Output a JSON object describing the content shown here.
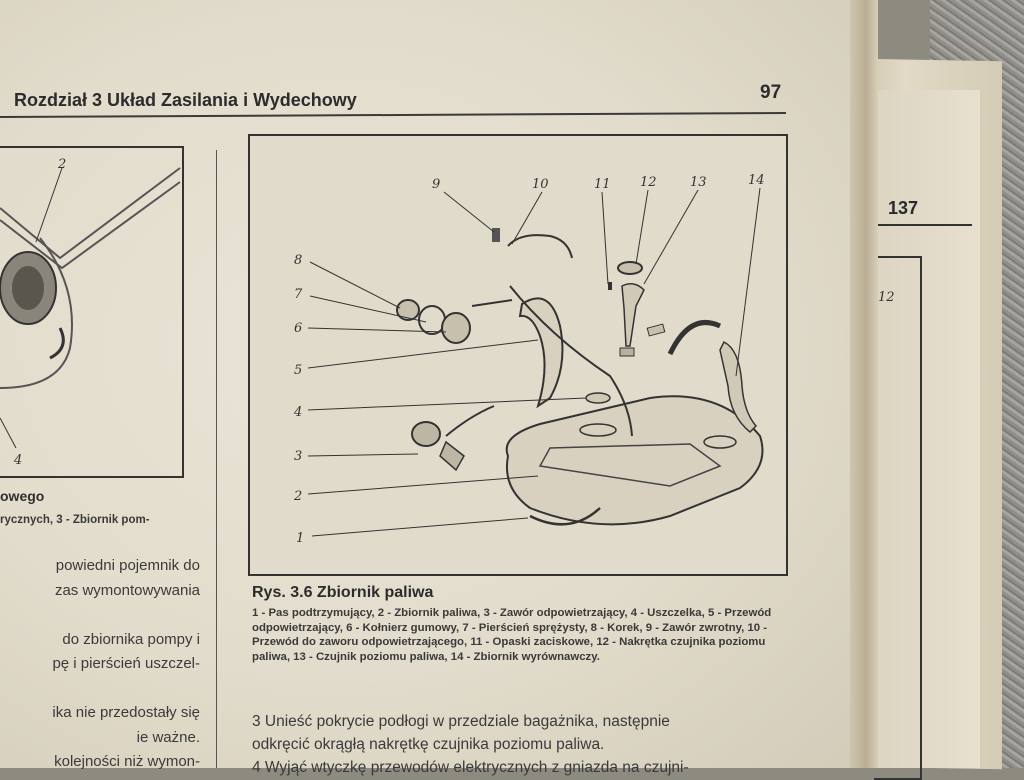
{
  "header": {
    "chapter": "Rozdział 3 Układ Zasilania i Wydechowy",
    "page_number": "97"
  },
  "back_page": {
    "page_number": "137",
    "label": "12"
  },
  "left_column": {
    "figure_labels": [
      "2",
      "4"
    ],
    "caption_fragment": "owego",
    "caption_fragment2": "rycznych, 3 - Zbiornik pom-",
    "text_lines": [
      "powiedni pojemnik do",
      "zas wymontowywania",
      "",
      "do zbiornika pompy i",
      "pę i pierścień uszczel-",
      "",
      "ika nie przedostały się",
      "ie ważne.",
      "kolejności niż wymon-"
    ]
  },
  "figure": {
    "labels": [
      "1",
      "2",
      "3",
      "4",
      "5",
      "6",
      "7",
      "8",
      "9",
      "10",
      "11",
      "12",
      "13",
      "14"
    ],
    "caption": "Rys. 3.6 Zbiornik paliwa",
    "legend": "1 - Pas podtrzymujący, 2 - Zbiornik paliwa, 3 - Zawór odpowietrzający, 4 - Uszczelka, 5 - Przewód odpowietrzający, 6 - Kołnierz gumowy, 7 - Pierścień sprężysty, 8 - Korek, 9 - Zawór zwrotny, 10 - Przewód do zaworu odpowietrzającego, 11 - Opaski zaciskowe, 12 - Nakrętka czujnika poziomu paliwa, 13 - Czujnik poziomu paliwa, 14 - Zbiornik wyrównawczy."
  },
  "body_text": {
    "line1": "3 Unieść pokrycie podłogi w przedziale bagażnika, następnie",
    "line2": "odkręcić okrągłą nakrętkę czujnika poziomu paliwa.",
    "line3": "4 Wyjąć wtyczkę przewodów elektrycznych z gniazda na czujni-"
  }
}
